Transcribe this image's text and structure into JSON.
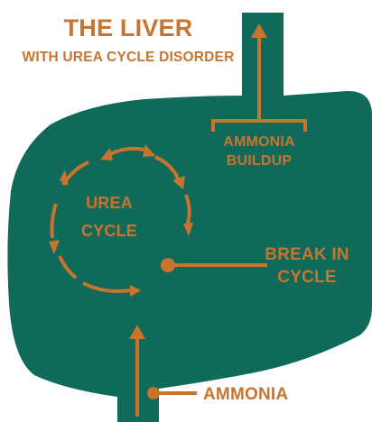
{
  "title": "THE LIVER",
  "subtitle": "WITH UREA CYCLE DISORDER",
  "labels": {
    "ammonia_buildup_line1": "AMMONIA",
    "ammonia_buildup_line2": "BUILDUP",
    "urea_cycle_line1": "UREA",
    "urea_cycle_line2": "CYCLE",
    "break_line1": "BREAK IN",
    "break_line2": "CYCLE",
    "ammonia": "AMMONIA"
  },
  "colors": {
    "liver": "#0f6a5a",
    "accent": "#c8742f",
    "background": "#ffffff"
  }
}
